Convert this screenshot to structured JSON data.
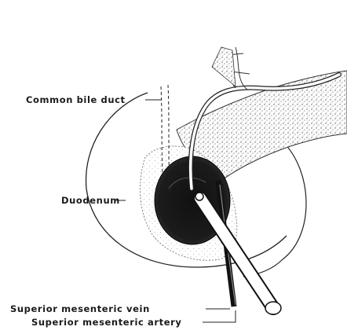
{
  "figure": {
    "labels": {
      "common_bile_duct": "Common bile duct",
      "duodenum": "Duodenum",
      "superior_mesenteric_vein": "Superior mesenteric vein",
      "superior_mesenteric_artery": "Superior mesenteric artery"
    }
  }
}
